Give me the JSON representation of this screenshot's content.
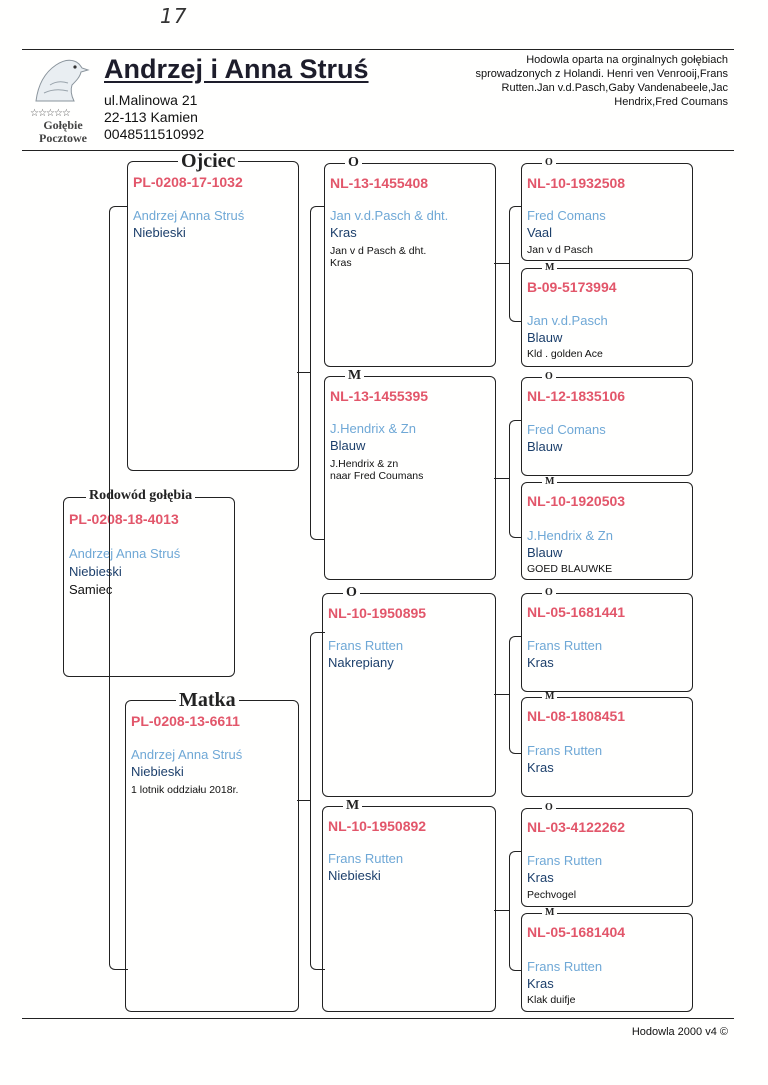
{
  "header": {
    "hand_note": "17",
    "logo_stars": "☆☆☆☆☆",
    "logo_line1": "Gołębie",
    "logo_line2": "Pocztowe",
    "owner": "Andrzej i Anna Struś",
    "address_line1": "ul.Malinowa 21",
    "address_line2": "22-113 Kamien",
    "phone": "0048511510992",
    "note": "Hodowla oparta na orginalnych gołębiach sprowadzonych z Holandi. Henri ven Venrooij,Frans Rutten.Jan v.d.Pasch,Gaby Vandenabeele,Jac Hendrix,Fred Coumans"
  },
  "subject": {
    "title": "Rodowód gołębia",
    "ring": "PL-0208-18-4013",
    "breeder": "Andrzej Anna Struś",
    "color": "Niebieski",
    "sex": "Samiec"
  },
  "father": {
    "title": "Ojciec",
    "ring": "PL-0208-17-1032",
    "breeder": "Andrzej Anna Struś",
    "color": "Niebieski"
  },
  "mother": {
    "title": "Matka",
    "ring": "PL-0208-13-6611",
    "breeder": "Andrzej Anna Struś",
    "color": "Niebieski",
    "extra": "1  lotnik oddziału 2018r."
  },
  "ff": {
    "tag": "O",
    "ring": "NL-13-1455408",
    "breeder": "Jan v.d.Pasch & dht.",
    "color": "Kras",
    "extra1": "Jan v d Pasch & dht.",
    "extra2": "Kras"
  },
  "fm": {
    "tag": "M",
    "ring": "NL-13-1455395",
    "breeder": "J.Hendrix & Zn",
    "color": "Blauw",
    "extra1": "J.Hendrix & zn",
    "extra2": "naar Fred Coumans"
  },
  "mf": {
    "tag": "O",
    "ring": "NL-10-1950895",
    "breeder": "Frans Rutten",
    "color": "Nakrepiany"
  },
  "mm": {
    "tag": "M",
    "ring": "NL-10-1950892",
    "breeder": "Frans Rutten",
    "color": "Niebieski"
  },
  "fff": {
    "tag": "O",
    "ring": "NL-10-1932508",
    "breeder": "Fred Comans",
    "color": "Vaal",
    "extra": "Jan v d Pasch"
  },
  "ffm": {
    "tag": "M",
    "ring": "B-09-5173994",
    "breeder": "Jan v.d.Pasch",
    "color": "Blauw",
    "extra": "Kld . golden Ace"
  },
  "fmf": {
    "tag": "O",
    "ring": "NL-12-1835106",
    "breeder": "Fred Comans",
    "color": "Blauw"
  },
  "fmm": {
    "tag": "M",
    "ring": "NL-10-1920503",
    "breeder": "J.Hendrix & Zn",
    "color": "Blauw",
    "extra": "GOED BLAUWKE"
  },
  "mff": {
    "tag": "O",
    "ring": "NL-05-1681441",
    "breeder": "Frans Rutten",
    "color": "Kras"
  },
  "mfm": {
    "tag": "M",
    "ring": "NL-08-1808451",
    "breeder": "Frans Rutten",
    "color": "Kras"
  },
  "mmf": {
    "tag": "O",
    "ring": "NL-03-4122262",
    "breeder": "Frans Rutten",
    "color": "Kras",
    "extra": "Pechvogel"
  },
  "mmm": {
    "tag": "M",
    "ring": "NL-05-1681404",
    "breeder": "Frans Rutten",
    "color": "Kras",
    "extra": "Klak duifje"
  },
  "footer": "Hodowla 2000 v4 ©"
}
